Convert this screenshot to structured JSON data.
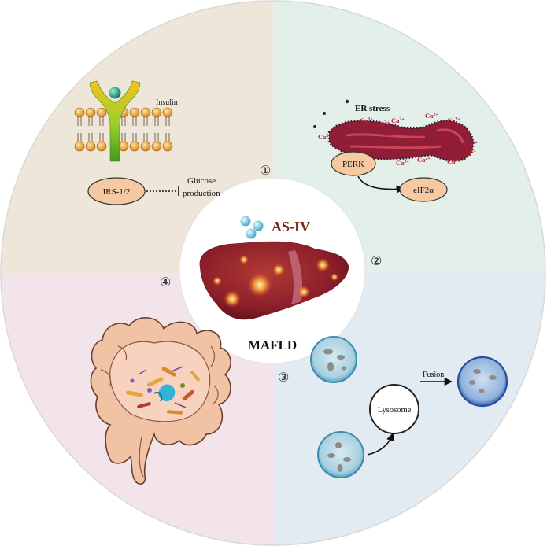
{
  "center": {
    "drug": "AS-IV",
    "disease": "MAFLD"
  },
  "markers": {
    "m1": "①",
    "m2": "②",
    "m3": "③",
    "m4": "④"
  },
  "q1_insulin": {
    "ligand": "Insulin",
    "receptor_substrate": "IRS-1/2",
    "effect_line1": "Glucose",
    "effect_line2": "production"
  },
  "q2_er": {
    "title": "ER stress",
    "ion": "Ca",
    "ion_charge": "2+",
    "kinase": "PERK",
    "target": "eIF2α"
  },
  "q3_autophagy": {
    "organelle": "Lysosome",
    "process": "Fusion"
  },
  "colors": {
    "q1_bg": "#efe6da",
    "q2_bg": "#e3f0ea",
    "q3_bg": "#e3ebf2",
    "q4_bg": "#f3e4ec",
    "liver": "#8a1e2a",
    "er": "#a3233b",
    "node_fill": "#f6c9a2",
    "ca_text": "#b0202c",
    "drug_text": "#7a2a16"
  },
  "icons": [
    "membrane-bilayer-icon",
    "insulin-receptor-icon",
    "er-organelle-icon",
    "autophagosome-icon",
    "lysosome-icon",
    "autolysosome-icon",
    "intestine-icon",
    "gut-microbiota-icon",
    "liver-icon",
    "drug-molecule-icon"
  ]
}
